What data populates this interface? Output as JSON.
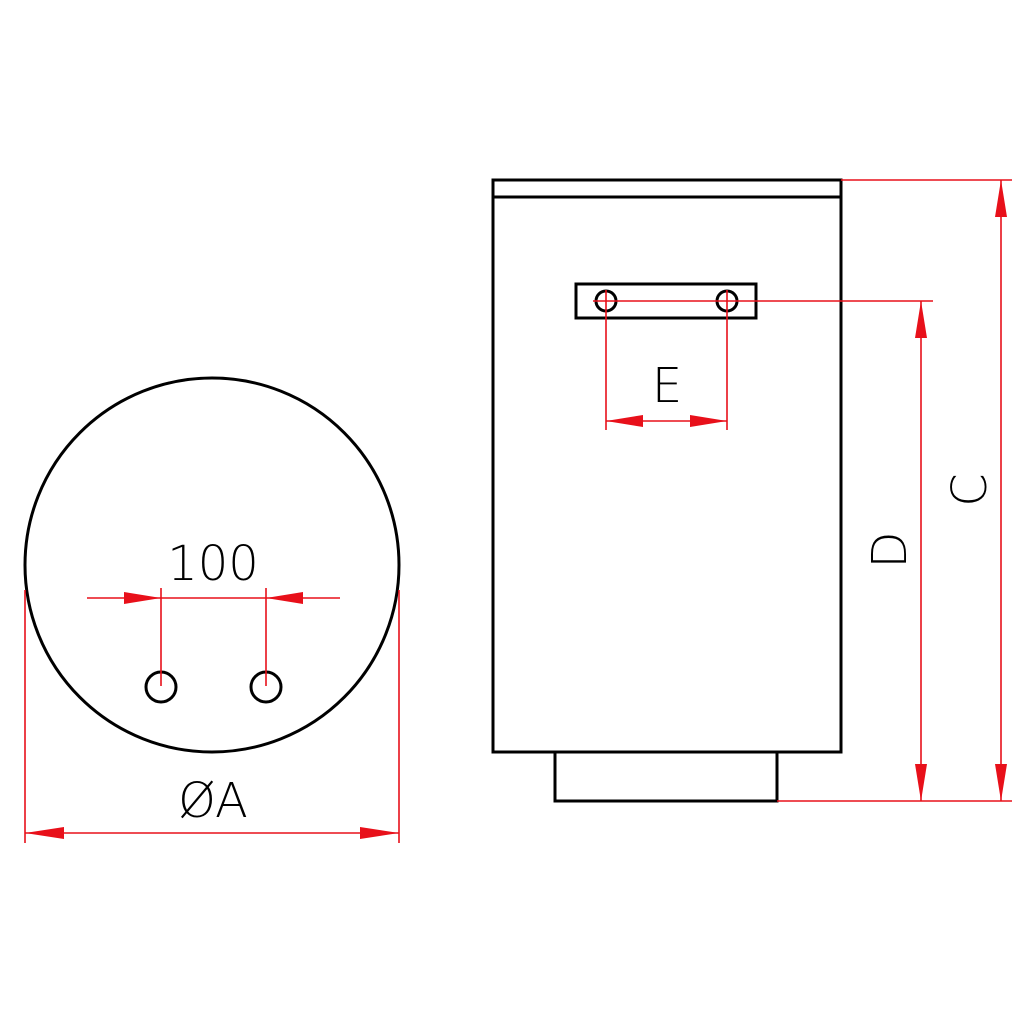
{
  "labels": {
    "spacing": "100",
    "diameter": "ØA",
    "bracket_holes": "E",
    "mount_height": "D",
    "total_height": "C"
  },
  "colors": {
    "outline": "#000000",
    "dimension": "#e8101a"
  }
}
